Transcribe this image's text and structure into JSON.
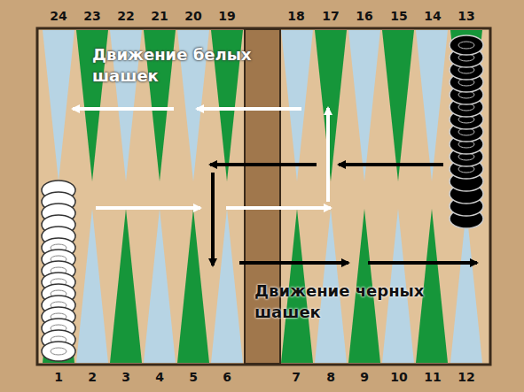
{
  "diagram": {
    "labels": [
      "24",
      "23",
      "22",
      "21",
      "20",
      "19",
      "18",
      "17",
      "16",
      "15",
      "14",
      "13",
      "1",
      "2",
      "3",
      "4",
      "5",
      "6",
      "7",
      "8",
      "9",
      "10",
      "11",
      "12",
      "Движение белых шашек",
      "Движение черных шашек"
    ]
  }
}
